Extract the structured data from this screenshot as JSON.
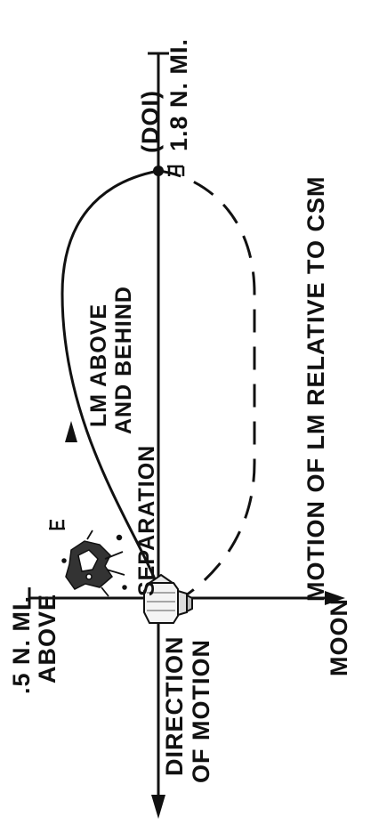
{
  "labels": {
    "above_line1": ".5 N. MI.",
    "above_line2": "ABOVE",
    "direction_line1": "DIRECTION",
    "direction_line2": "OF MOTION",
    "moon": "MOON",
    "separation": "SEPARATION",
    "lm_line1": "LM ABOVE",
    "lm_line2": "AND BEHIND",
    "doi": "(DOI)",
    "distance": "1.8 N. MI.",
    "relative_motion": "MOTION OF LM RELATIVE TO CSM"
  },
  "colors": {
    "ink": "#111111",
    "background": "#ffffff"
  }
}
